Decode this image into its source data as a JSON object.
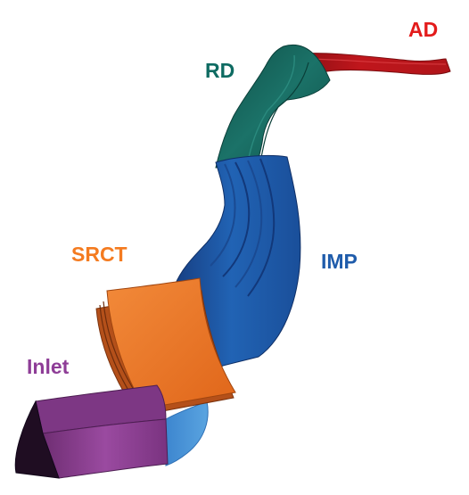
{
  "labels": {
    "ad": "AD",
    "rd": "RD",
    "imp": "IMP",
    "srct": "SRCT",
    "inlet": "Inlet"
  },
  "colors": {
    "ad": "#e31b1b",
    "rd": "#0e6b62",
    "imp": "#1f5cab",
    "srct": "#f47b20",
    "inlet": "#8e3d97",
    "ad_fill": "#c0161c",
    "rd_fill": "#17655c",
    "imp_fill": "#1f56a6",
    "srct_fill": "#ec7424",
    "inlet_fill": "#8b3a8f",
    "inlet_nose": "#1f0d22",
    "imp_light": "#4a95d8"
  }
}
